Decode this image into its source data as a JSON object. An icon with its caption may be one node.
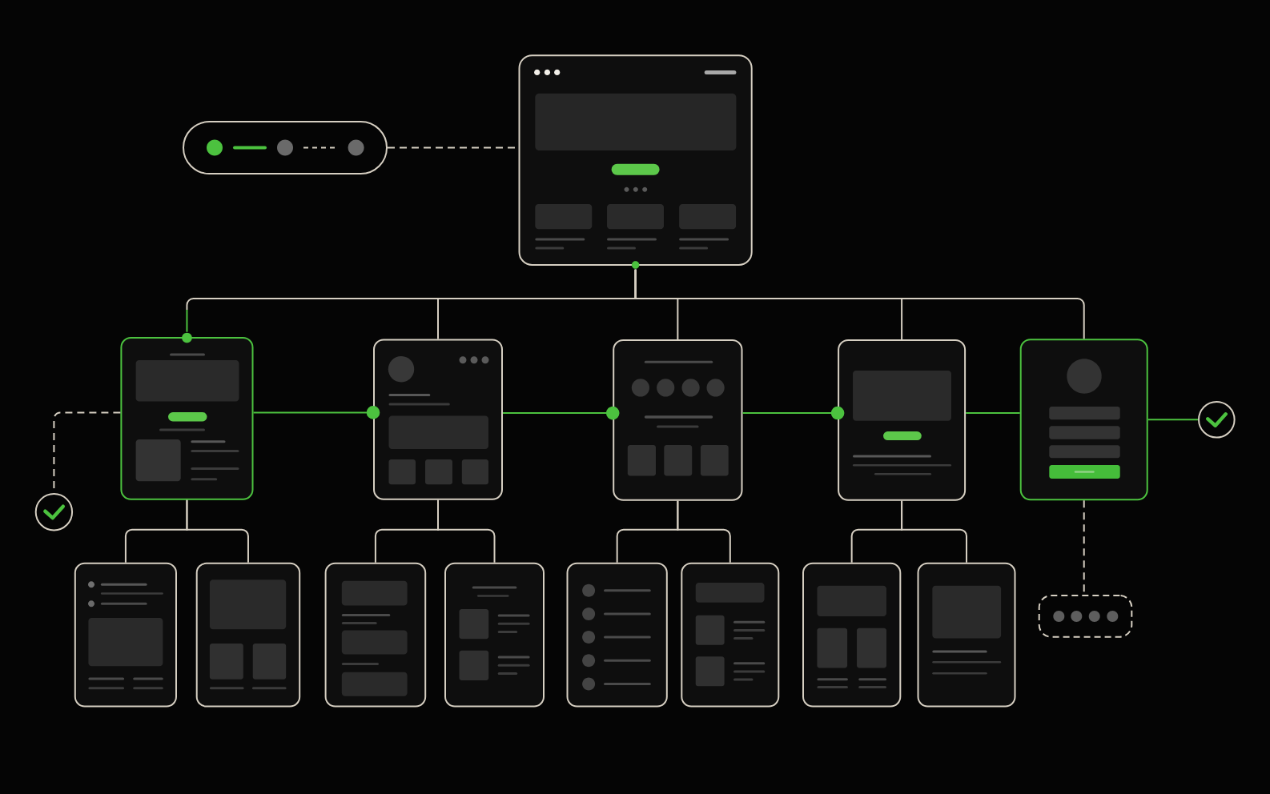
{
  "diagram": {
    "nodes": [
      {
        "text": [],
        "shape": "box"
      },
      {
        "text": [],
        "shape": "box"
      },
      {
        "text": [],
        "shape": "box"
      },
      {
        "text": [],
        "shape": "box"
      },
      {
        "text": [],
        "shape": "box"
      },
      {
        "text": [],
        "shape": "box"
      },
      {
        "text": [],
        "shape": "box"
      },
      {
        "text": [],
        "shape": "circle"
      },
      {
        "text": [],
        "shape": "circle"
      },
      {
        "text": [],
        "shape": "box"
      },
      {
        "text": [],
        "shape": "box"
      },
      {
        "text": [],
        "shape": "box"
      },
      {
        "text": [],
        "shape": "box"
      },
      {
        "text": [],
        "shape": "box"
      },
      {
        "text": [],
        "shape": "box"
      },
      {
        "text": [],
        "shape": "box"
      },
      {
        "text": [],
        "shape": "box"
      },
      {
        "text": [],
        "shape": "box"
      }
    ],
    "edges": [
      {
        "from": 0,
        "to": 1,
        "arrow": "none",
        "style": "dashed"
      },
      {
        "from": 1,
        "to": 2,
        "arrow": "none"
      },
      {
        "from": 1,
        "to": 3,
        "arrow": "none"
      },
      {
        "from": 1,
        "to": 4,
        "arrow": "none"
      },
      {
        "from": 1,
        "to": 5,
        "arrow": "none"
      },
      {
        "from": 1,
        "to": 6,
        "arrow": "none"
      },
      {
        "from": 2,
        "to": 3,
        "arrow": "other",
        "color": "#4cc23f"
      },
      {
        "from": 3,
        "to": 4,
        "arrow": "other",
        "color": "#4cc23f"
      },
      {
        "from": 4,
        "to": 5,
        "arrow": "other",
        "color": "#4cc23f"
      },
      {
        "from": 5,
        "to": 6,
        "arrow": "none",
        "color": "#4cc23f"
      },
      {
        "from": 6,
        "to": 7,
        "arrow": "none",
        "color": "#4cc23f"
      },
      {
        "from": 2,
        "to": 8,
        "arrow": "none",
        "style": "dashed"
      },
      {
        "from": 6,
        "to": 17,
        "arrow": "none",
        "style": "dashed"
      },
      {
        "from": 2,
        "to": 9,
        "arrow": "none"
      },
      {
        "from": 2,
        "to": 10,
        "arrow": "none"
      },
      {
        "from": 3,
        "to": 11,
        "arrow": "none"
      },
      {
        "from": 3,
        "to": 12,
        "arrow": "none"
      },
      {
        "from": 4,
        "to": 13,
        "arrow": "none"
      },
      {
        "from": 4,
        "to": 14,
        "arrow": "none"
      },
      {
        "from": 5,
        "to": 15,
        "arrow": "none"
      },
      {
        "from": 5,
        "to": 16,
        "arrow": "none"
      }
    ]
  }
}
